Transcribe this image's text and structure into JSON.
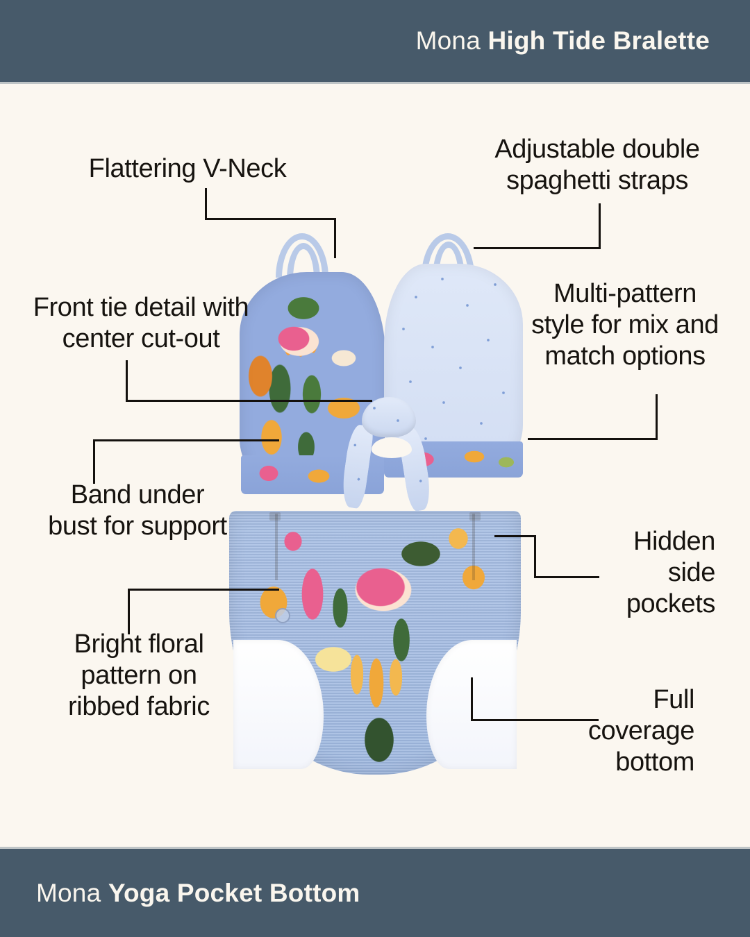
{
  "header": {
    "brand": "Mona",
    "product": "High Tide Bralette"
  },
  "footer": {
    "brand": "Mona",
    "product": "Yoga Pocket Bottom"
  },
  "background_color": "#FBF7F0",
  "bar_color": "#475A6A",
  "text_color": "#16130F",
  "callouts": [
    {
      "id": "v-neck",
      "text": "Flattering V-Neck"
    },
    {
      "id": "straps",
      "text": "Adjustable double\nspaghetti straps"
    },
    {
      "id": "front-tie",
      "text": "Front tie detail with\ncenter cut-out"
    },
    {
      "id": "multi-pattern",
      "text": "Multi-pattern\nstyle for mix and\nmatch options"
    },
    {
      "id": "band",
      "text": "Band under\nbust for support"
    },
    {
      "id": "pockets",
      "text": "Hidden\nside\npockets"
    },
    {
      "id": "floral",
      "text": "Bright floral\npattern on\nribbed fabric"
    },
    {
      "id": "coverage",
      "text": "Full\ncoverage\nbottom"
    }
  ],
  "products": [
    {
      "name": "High Tide Bralette",
      "type": "bikini-top"
    },
    {
      "name": "Yoga Pocket Bottom",
      "type": "bikini-bottom"
    }
  ]
}
